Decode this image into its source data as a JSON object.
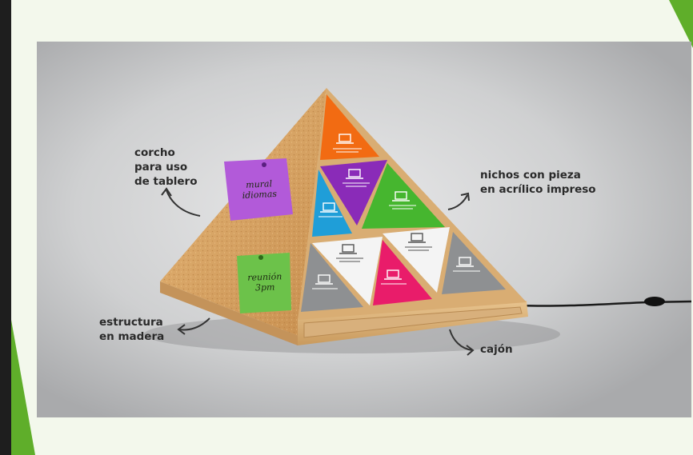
{
  "annotations": {
    "corcho": "corcho\npara uso\nde tablero",
    "nichos": "nichos con pieza\nen acrílico impreso",
    "estructura": "estructura\nen madera",
    "cajon": "cajón"
  },
  "sticky_notes": {
    "purple": "mural\nidiomas",
    "green": "reunión\n3pm"
  },
  "colors": {
    "slide_background": "#f3f8ec",
    "accent_green": "#5fae2a",
    "panel_gray": "#b9babc",
    "cork": "#d9a86a",
    "orange": "#f26b12",
    "purple": "#8a2bb8",
    "blue": "#1f9ed8",
    "green": "#46b62f",
    "magenta": "#e91c6a",
    "gray_tile": "#8e9092",
    "white_tile": "#f4f4f4",
    "note_purple": "#b25ad9",
    "note_green": "#6cc24a"
  },
  "icons": {
    "tile_icon": "laptop-icon",
    "arrow": "curved-arrow-icon"
  }
}
